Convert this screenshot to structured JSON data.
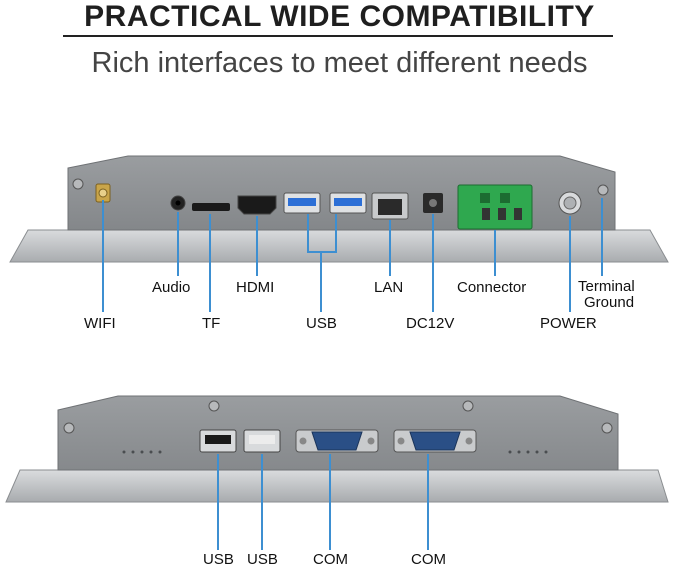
{
  "header": {
    "title": "PRACTICAL WIDE COMPATIBILITY",
    "subtitle": "Rich interfaces to meet different needs"
  },
  "top_panel": {
    "labels": {
      "wifi": "WIFI",
      "audio": "Audio",
      "tf": "TF",
      "hdmi": "HDMI",
      "usb": "USB",
      "lan": "LAN",
      "dc12v": "DC12V",
      "connector": "Connector",
      "power": "POWER",
      "terminal_1": "Terminal",
      "terminal_2": "Ground"
    }
  },
  "bottom_panel": {
    "labels": {
      "usb_1": "USB",
      "usb_2": "USB",
      "com_1": "COM",
      "com_2": "COM"
    }
  },
  "colors": {
    "leader_line": "#3d8fd1",
    "panel_body": "#b9bcbf",
    "panel_face": "#8e9194",
    "usb3_blue": "#2c6fd6",
    "terminal_green": "#2fa84f",
    "com_blue": "#2a4f86"
  }
}
